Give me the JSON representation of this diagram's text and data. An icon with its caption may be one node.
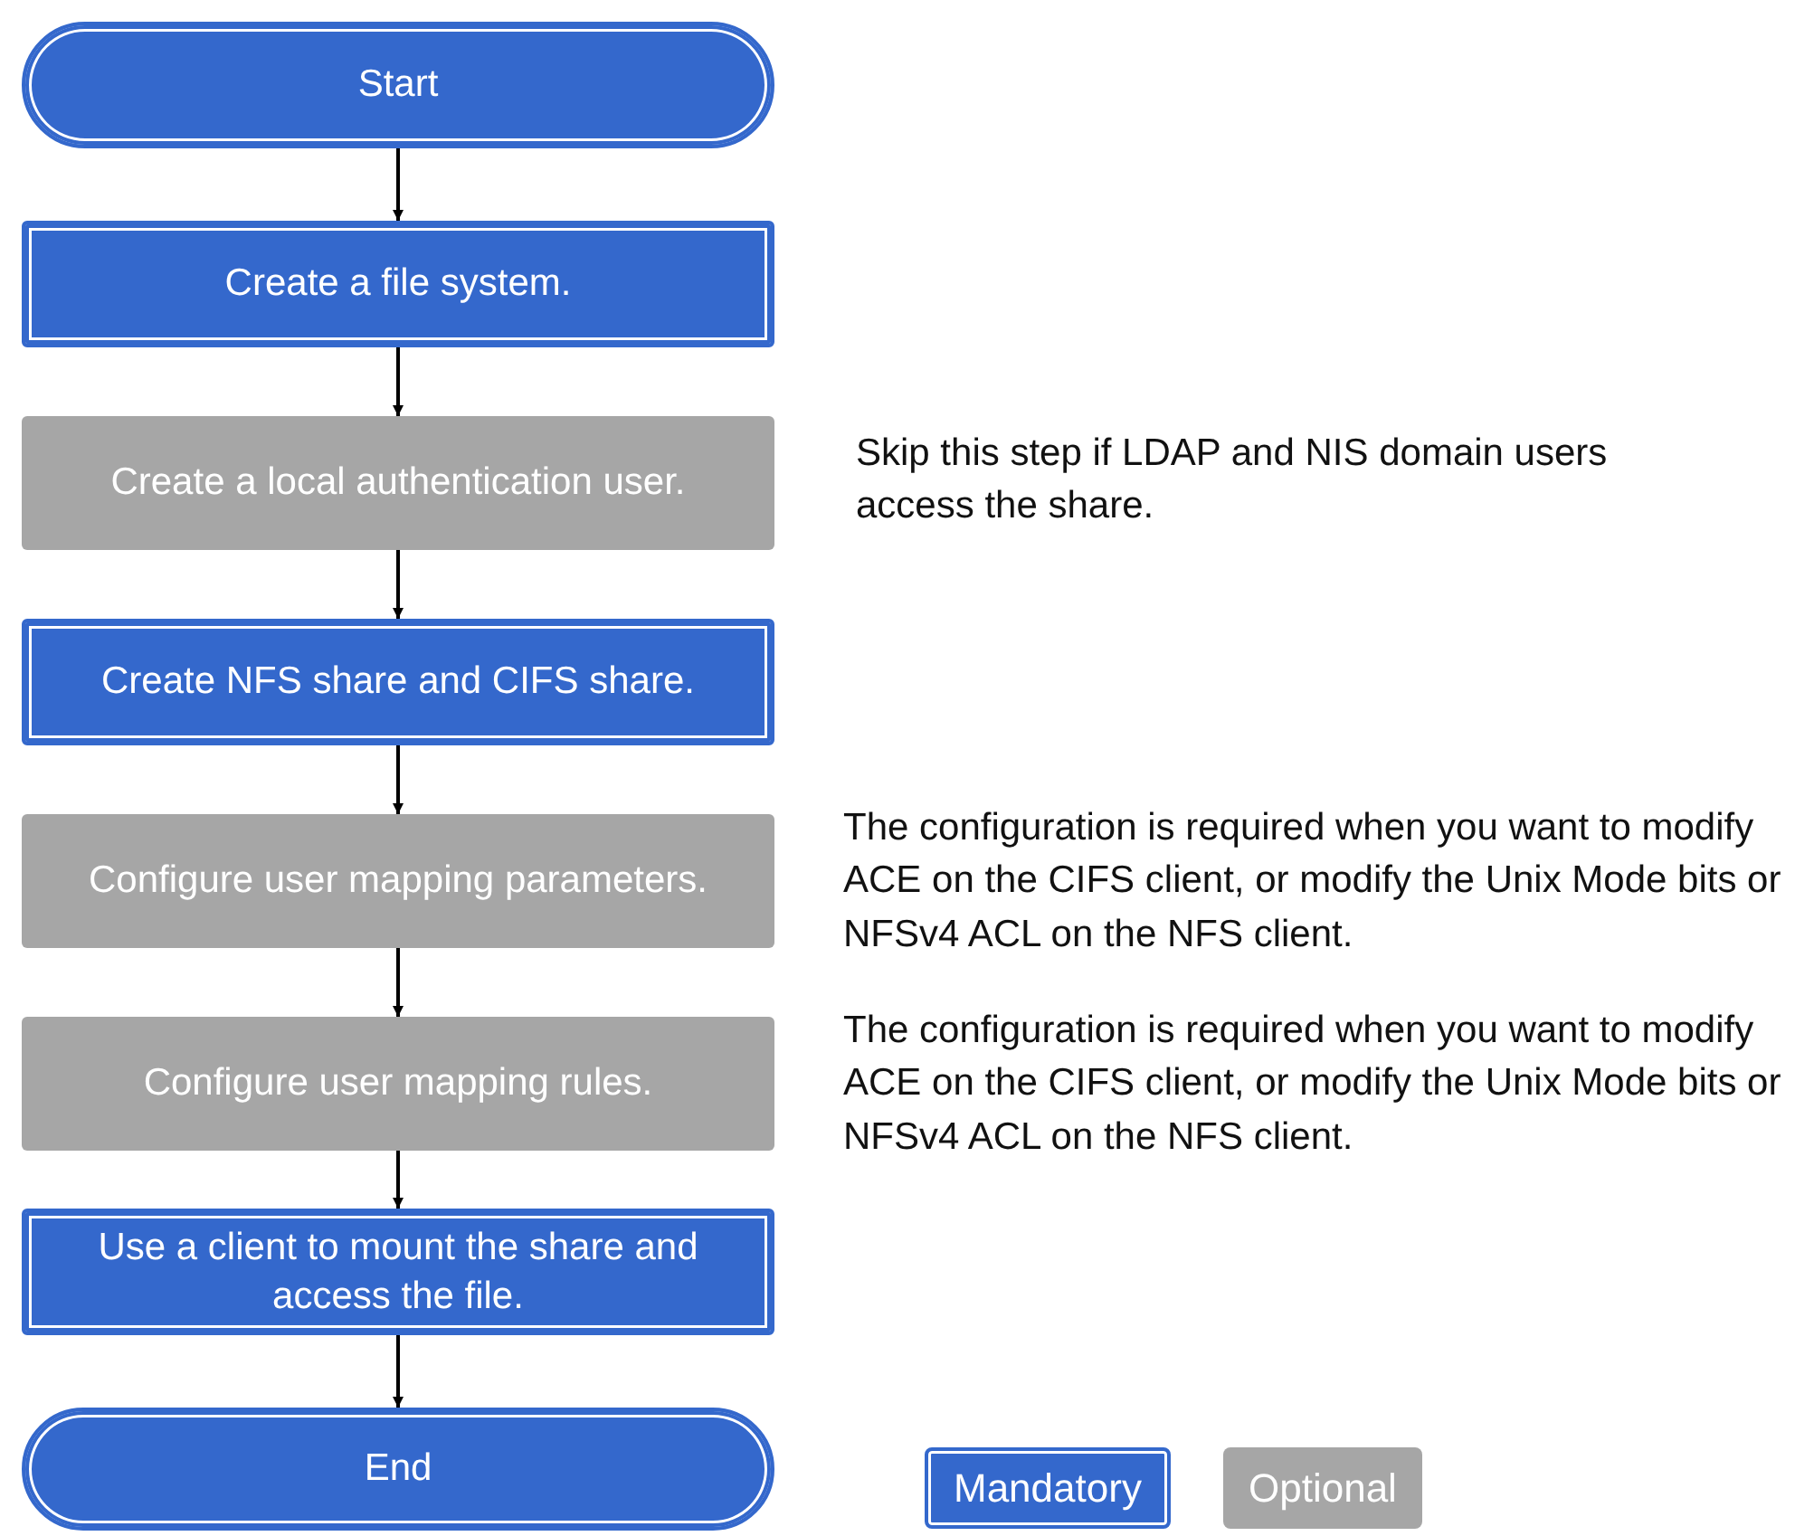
{
  "diagram": {
    "nodes": [
      {
        "text": [
          "Start"
        ]
      },
      {
        "text": [
          "Create a file system."
        ]
      },
      {
        "text": [
          "Create a local authentication user."
        ],
        "beside": [
          "Skip this step if LDAP and NIS domain users access the share."
        ]
      },
      {
        "text": [
          "Create NFS share and CIFS share."
        ]
      },
      {
        "text": [
          "Configure user mapping parameters."
        ],
        "beside": [
          "The configuration is required when you want to modify ACE on the CIFS client, or modify the Unix Mode bits or NFSv4 ACL on the NFS client."
        ]
      },
      {
        "text": [
          "Configure user mapping rules."
        ],
        "beside": [
          "The configuration is required when you want to modify ACE on the CIFS client, or modify the Unix Mode bits or NFSv4 ACL on the NFS client."
        ]
      },
      {
        "text": [
          "Use a client to mount the share and access the file."
        ]
      },
      {
        "text": [
          "End"
        ]
      }
    ],
    "edges": [
      {
        "from": 0,
        "to": 1,
        "arrow": "to"
      },
      {
        "from": 1,
        "to": 2,
        "arrow": "to"
      },
      {
        "from": 2,
        "to": 3,
        "arrow": "to"
      },
      {
        "from": 3,
        "to": 4,
        "arrow": "to"
      },
      {
        "from": 4,
        "to": 5,
        "arrow": "to"
      },
      {
        "from": 5,
        "to": 6,
        "arrow": "to"
      },
      {
        "from": 6,
        "to": 7,
        "arrow": "to"
      }
    ],
    "legend": [
      {
        "text": "Mandatory",
        "color": "#3468cc"
      },
      {
        "text": "Optional",
        "color": "#a6a6a6"
      }
    ]
  }
}
